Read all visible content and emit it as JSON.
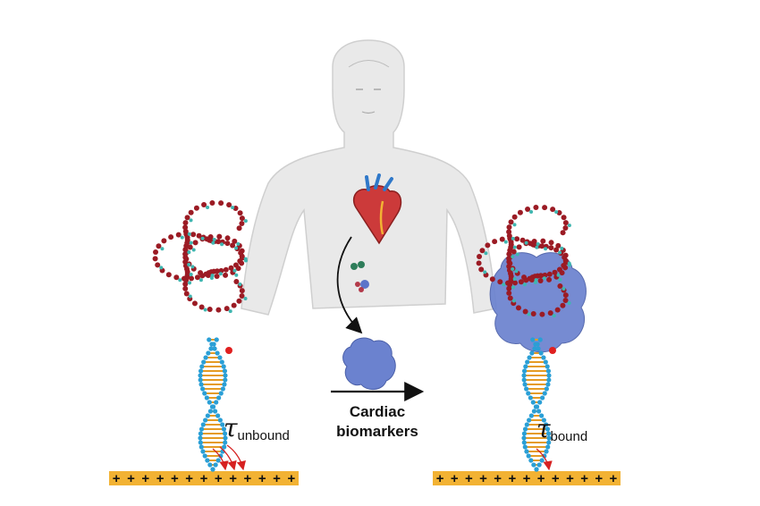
{
  "center_label": {
    "line1": "Cardiac",
    "line2": "biomarkers"
  },
  "left_panel": {
    "symbol": "τ",
    "subscript": "unbound",
    "state": "unbound"
  },
  "right_panel": {
    "symbol": "τ",
    "subscript": "bound",
    "state": "bound"
  },
  "electrode": {
    "charge_symbol": "+",
    "charge_count": 13
  },
  "colors": {
    "electrode": "#f2b233",
    "aptamer_bead": "#9b1b24",
    "dna_backbone": "#2a9fd6",
    "dna_base": "#e59b24",
    "protein": "#5b74c9",
    "heart": "#cc3a3a",
    "arrow_red": "#d62121",
    "body_silhouette": "#e6e6e6"
  }
}
